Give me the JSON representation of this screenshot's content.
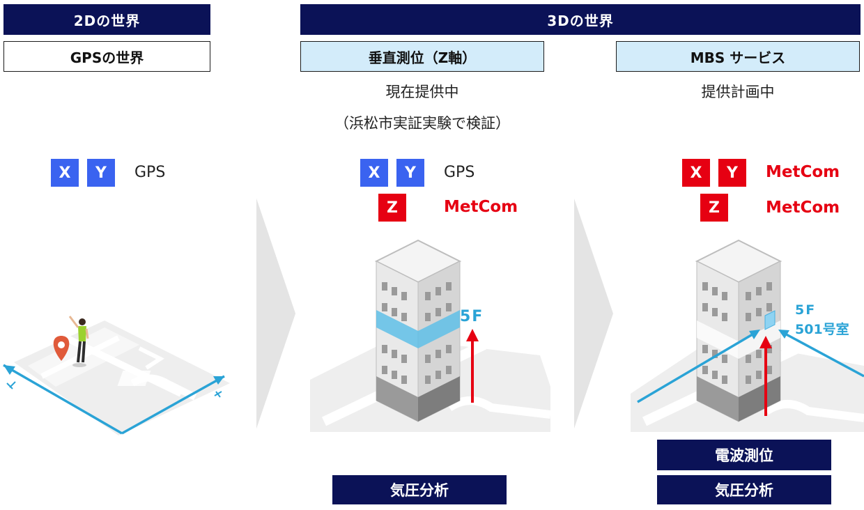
{
  "columns": {
    "col_2d": {
      "header": "2Dの世界",
      "subheader": "GPSの世界",
      "coords": {
        "x": "X",
        "y": "Y",
        "source": "GPS"
      }
    },
    "col_3d": {
      "header": "3Dの世界",
      "vertical": {
        "subheader": "垂直測位（Z軸）",
        "status": "現在提供中",
        "note": "（浜松市実証実験で検証）",
        "coords": {
          "x": "X",
          "y": "Y",
          "xy_source": "GPS",
          "z": "Z",
          "z_source": "MetCom"
        },
        "floor_label": "5F",
        "method": "気圧分析"
      },
      "mbs": {
        "subheader": "MBS サービス",
        "status": "提供計画中",
        "coords": {
          "x": "X",
          "y": "Y",
          "xy_source": "MetCom",
          "z": "Z",
          "z_source": "MetCom"
        },
        "floor_label": "5F",
        "room_label": "501号室",
        "methods": [
          "電波測位",
          "気圧分析"
        ]
      }
    }
  },
  "colors": {
    "navy": "#0b1257",
    "light_blue": "#d3ecfa",
    "coord_blue": "#3a63f0",
    "metcom_red": "#e60012",
    "accent_cyan": "#2aa3d6"
  }
}
